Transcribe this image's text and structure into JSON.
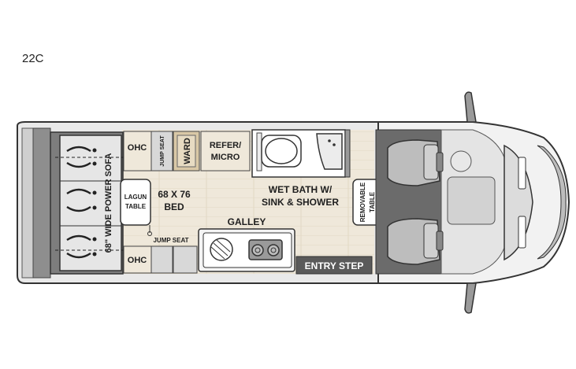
{
  "model": "22C",
  "labels": {
    "ohc_top": "OHC",
    "ohc_bottom": "OHC",
    "jump_seat_top": "JUMP SEAT",
    "jump_seat_bottom": "JUMP SEAT",
    "ward": "WARD",
    "refer_line1": "REFER/",
    "refer_line2": "MICRO",
    "wet_bath_line1": "WET BATH W/",
    "wet_bath_line2": "SINK & SHOWER",
    "removable_line1": "REMOVABLE",
    "removable_line2": "TABLE",
    "lagun_line1": "LAGUN",
    "lagun_line2": "TABLE",
    "bed_line1": "68 X 76",
    "bed_line2": "BED",
    "galley": "GALLEY",
    "sofa": "68\" WIDE POWER SOFA",
    "entry_step": "ENTRY STEP"
  },
  "colors": {
    "floor": "#efe8da",
    "wood": "#d9c8a6",
    "dark_gray": "#6b6b6b",
    "mid_gray": "#a9a9a9",
    "light_gray": "#dcdcdc",
    "outline": "#333333"
  }
}
